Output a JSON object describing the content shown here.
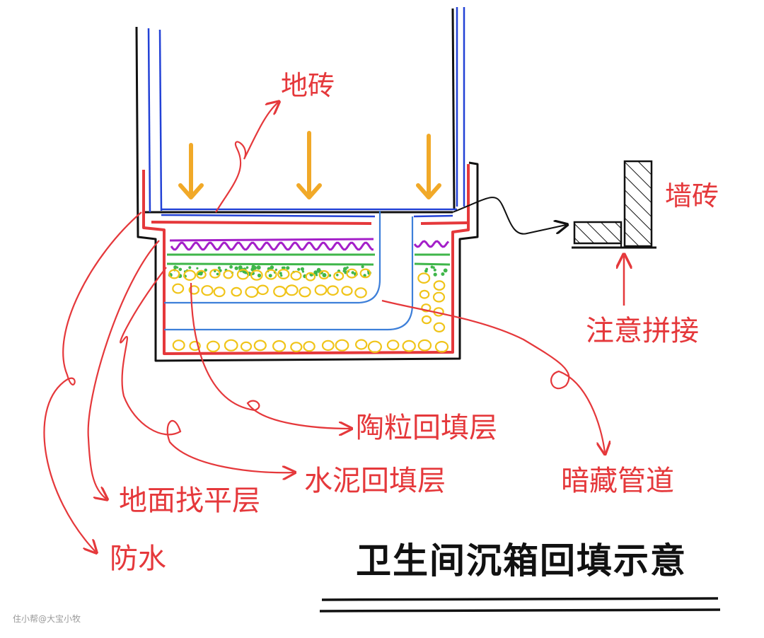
{
  "labels": {
    "floor_tile": "地砖",
    "wall_tile": "墙砖",
    "note_joint": "注意拼接",
    "ceramsite_layer": "陶粒回填层",
    "hidden_pipe": "暗藏管道",
    "floor_leveling": "地面找平层",
    "cement_layer": "水泥回填层",
    "waterproof": "防水"
  },
  "title": "卫生间沉箱回填示意",
  "watermark": "住小帮@大宝小牧",
  "colors": {
    "wall_outline": "#111111",
    "finish_line": "#2342d6",
    "waterproof_line": "#e5383b",
    "leveling_wave": "#a41fc9",
    "mortar_green": "#3fb64a",
    "ceramsite": "#f0c419",
    "pipe": "#3d7fd9",
    "load_arrow": "#f1a928"
  }
}
